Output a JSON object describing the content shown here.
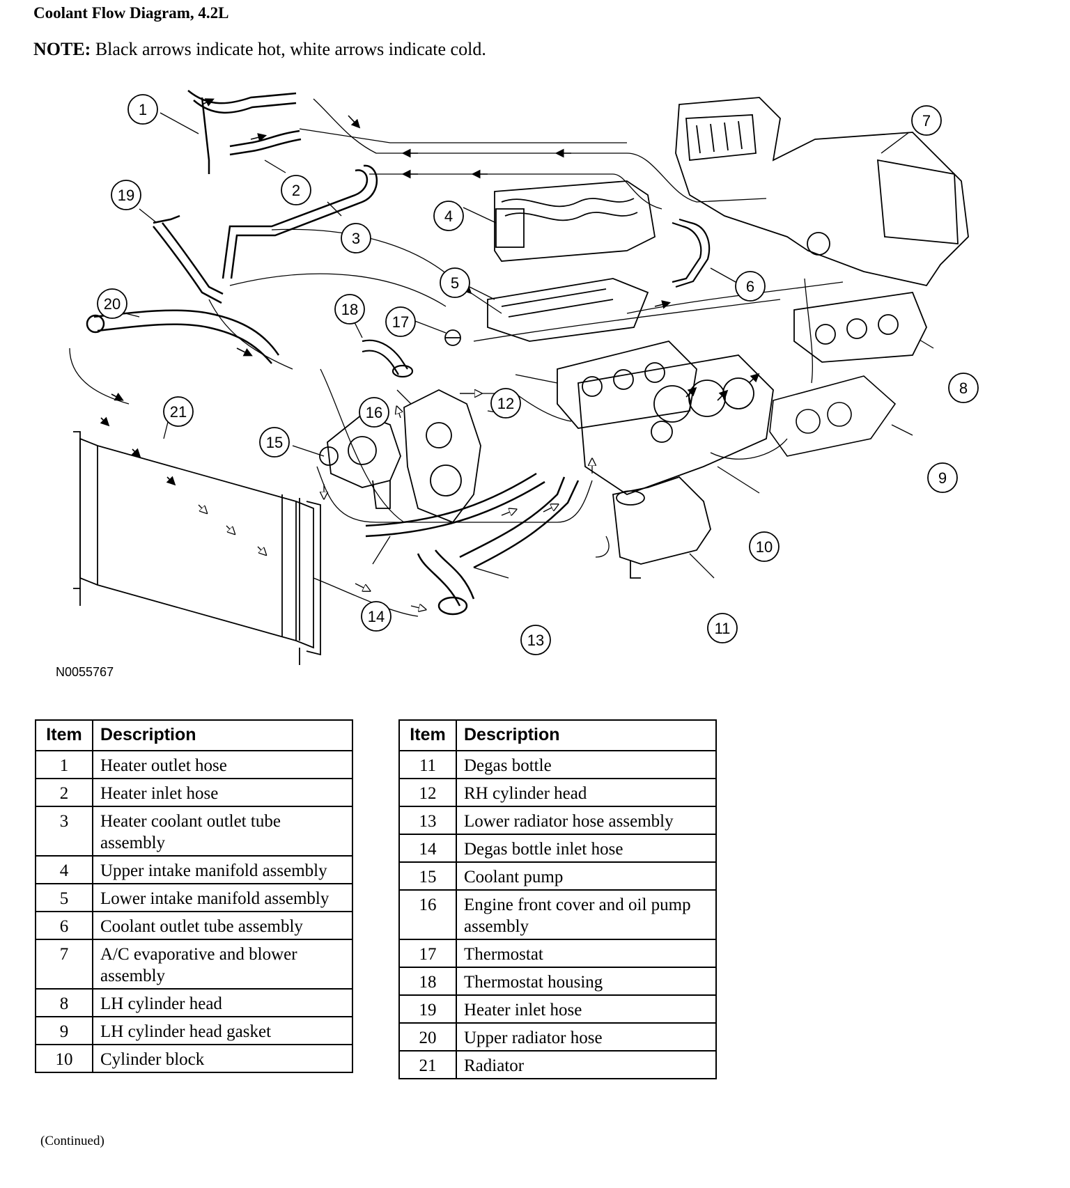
{
  "header": {
    "title": "Coolant Flow Diagram, 4.2L",
    "note_label": "NOTE:",
    "note_text": " Black arrows indicate hot, white arrows indicate cold."
  },
  "figure": {
    "id": "N0055767",
    "callouts": [
      "1",
      "2",
      "3",
      "4",
      "5",
      "6",
      "7",
      "8",
      "9",
      "10",
      "11",
      "12",
      "13",
      "14",
      "15",
      "16",
      "17",
      "18",
      "19",
      "20",
      "21"
    ]
  },
  "table_left": {
    "headers": [
      "Item",
      "Description"
    ],
    "rows": [
      {
        "item": "1",
        "desc": "Heater outlet hose"
      },
      {
        "item": "2",
        "desc": "Heater inlet hose"
      },
      {
        "item": "3",
        "desc": "Heater coolant outlet tube assembly"
      },
      {
        "item": "4",
        "desc": "Upper intake manifold assembly"
      },
      {
        "item": "5",
        "desc": "Lower intake manifold assembly"
      },
      {
        "item": "6",
        "desc": "Coolant outlet tube assembly"
      },
      {
        "item": "7",
        "desc": "A/C evaporative and blower assembly"
      },
      {
        "item": "8",
        "desc": "LH cylinder head"
      },
      {
        "item": "9",
        "desc": "LH cylinder head gasket"
      },
      {
        "item": "10",
        "desc": "Cylinder block"
      }
    ]
  },
  "table_right": {
    "headers": [
      "Item",
      "Description"
    ],
    "rows": [
      {
        "item": "11",
        "desc": "Degas bottle"
      },
      {
        "item": "12",
        "desc": "RH cylinder head"
      },
      {
        "item": "13",
        "desc": "Lower radiator hose assembly"
      },
      {
        "item": "14",
        "desc": "Degas bottle inlet hose"
      },
      {
        "item": "15",
        "desc": "Coolant pump"
      },
      {
        "item": "16",
        "desc": "Engine front cover and oil pump assembly"
      },
      {
        "item": "17",
        "desc": "Thermostat"
      },
      {
        "item": "18",
        "desc": "Thermostat housing"
      },
      {
        "item": "19",
        "desc": "Heater inlet hose"
      },
      {
        "item": "20",
        "desc": "Upper radiator hose"
      },
      {
        "item": "21",
        "desc": "Radiator"
      }
    ]
  },
  "footer": {
    "continued": "(Continued)"
  }
}
